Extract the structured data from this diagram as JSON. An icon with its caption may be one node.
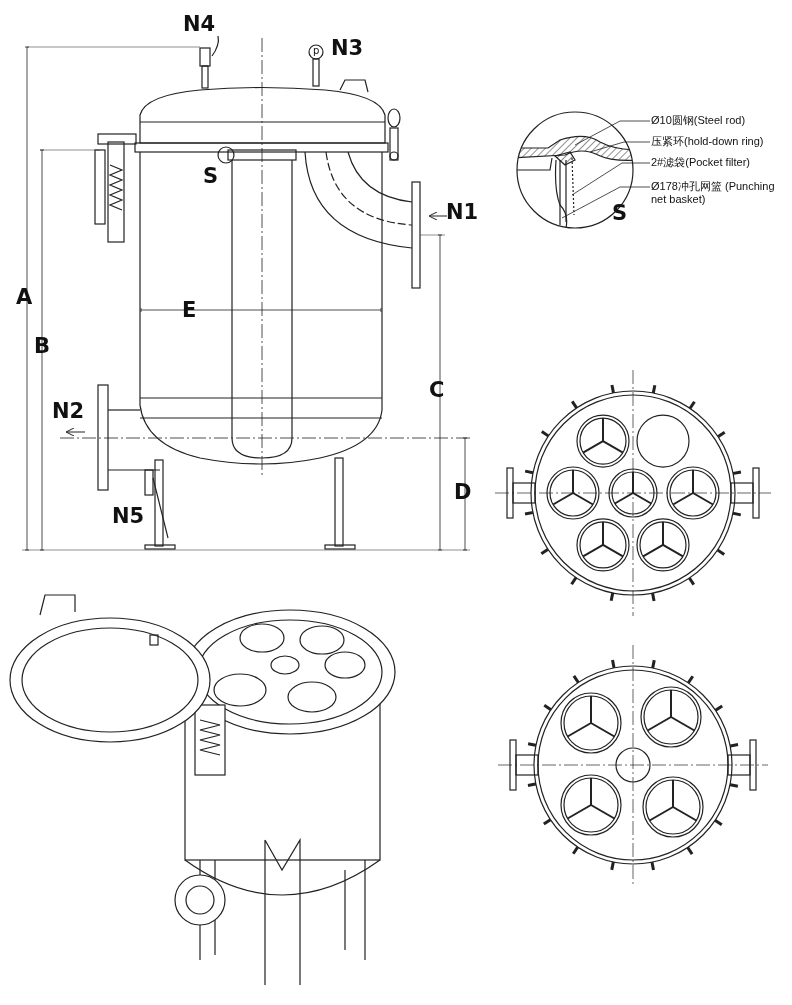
{
  "diagram": {
    "nodes": [
      {
        "text": [
          "Ø10圆钢(Steel rod)"
        ]
      },
      {
        "text": [
          "压紧环(hold-down ring)"
        ]
      },
      {
        "text": [
          "2#滤袋(Pocket filter)"
        ]
      },
      {
        "text": [
          "Ø178冲孔网篮 (Punching net basket)"
        ]
      }
    ],
    "edges": [
      {
        "from": 0,
        "to": null,
        "arrow": "none"
      },
      {
        "from": 1,
        "to": null,
        "arrow": "none"
      },
      {
        "from": 2,
        "to": null,
        "arrow": "none"
      },
      {
        "from": 3,
        "to": null,
        "arrow": "none"
      }
    ],
    "labels": [
      "N4",
      "p",
      "N3",
      "S",
      "N1",
      "E",
      "A",
      "B",
      "C",
      "N2",
      "D",
      "N5",
      "S"
    ]
  }
}
